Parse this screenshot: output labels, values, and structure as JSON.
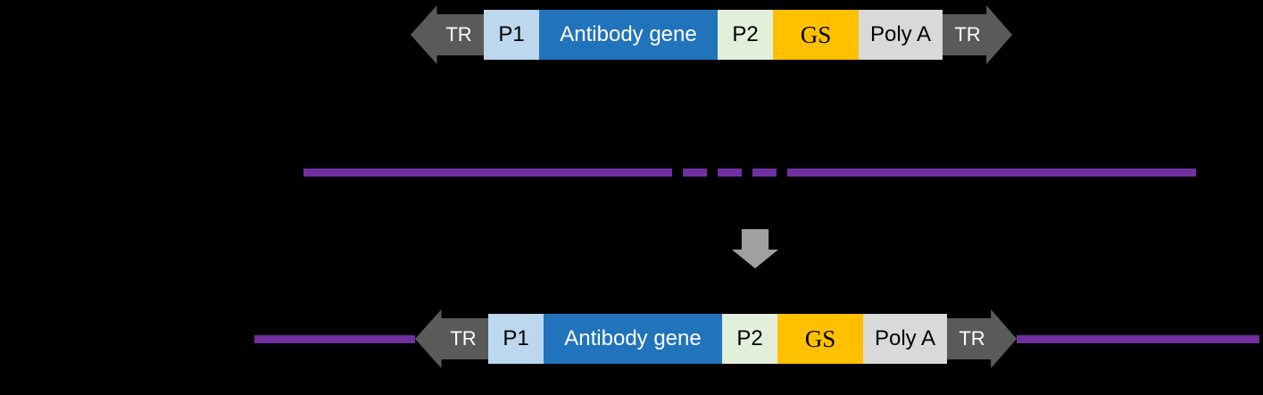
{
  "colors": {
    "background": "#000000",
    "tr_arrow_fill": "#5A5A5A",
    "p1_fill": "#BDD7EE",
    "antibody_gene_fill": "#2173BC",
    "p2_fill": "#E2EFDA",
    "gs_fill": "#FFC000",
    "poly_a_fill": "#D9D9D9",
    "genome_line": "#7030A0",
    "process_arrow_fill": "#A0A0A0"
  },
  "constructs": {
    "top": {
      "tr_left": "TR",
      "p1": "P1",
      "antibody_gene": "Antibody gene",
      "p2": "P2",
      "gs": "GS",
      "poly_a": "Poly A",
      "tr_right": "TR"
    },
    "bottom": {
      "tr_left": "TR",
      "p1": "P1",
      "antibody_gene": "Antibody gene",
      "p2": "P2",
      "gs": "GS",
      "poly_a": "Poly A",
      "tr_right": "TR"
    }
  }
}
